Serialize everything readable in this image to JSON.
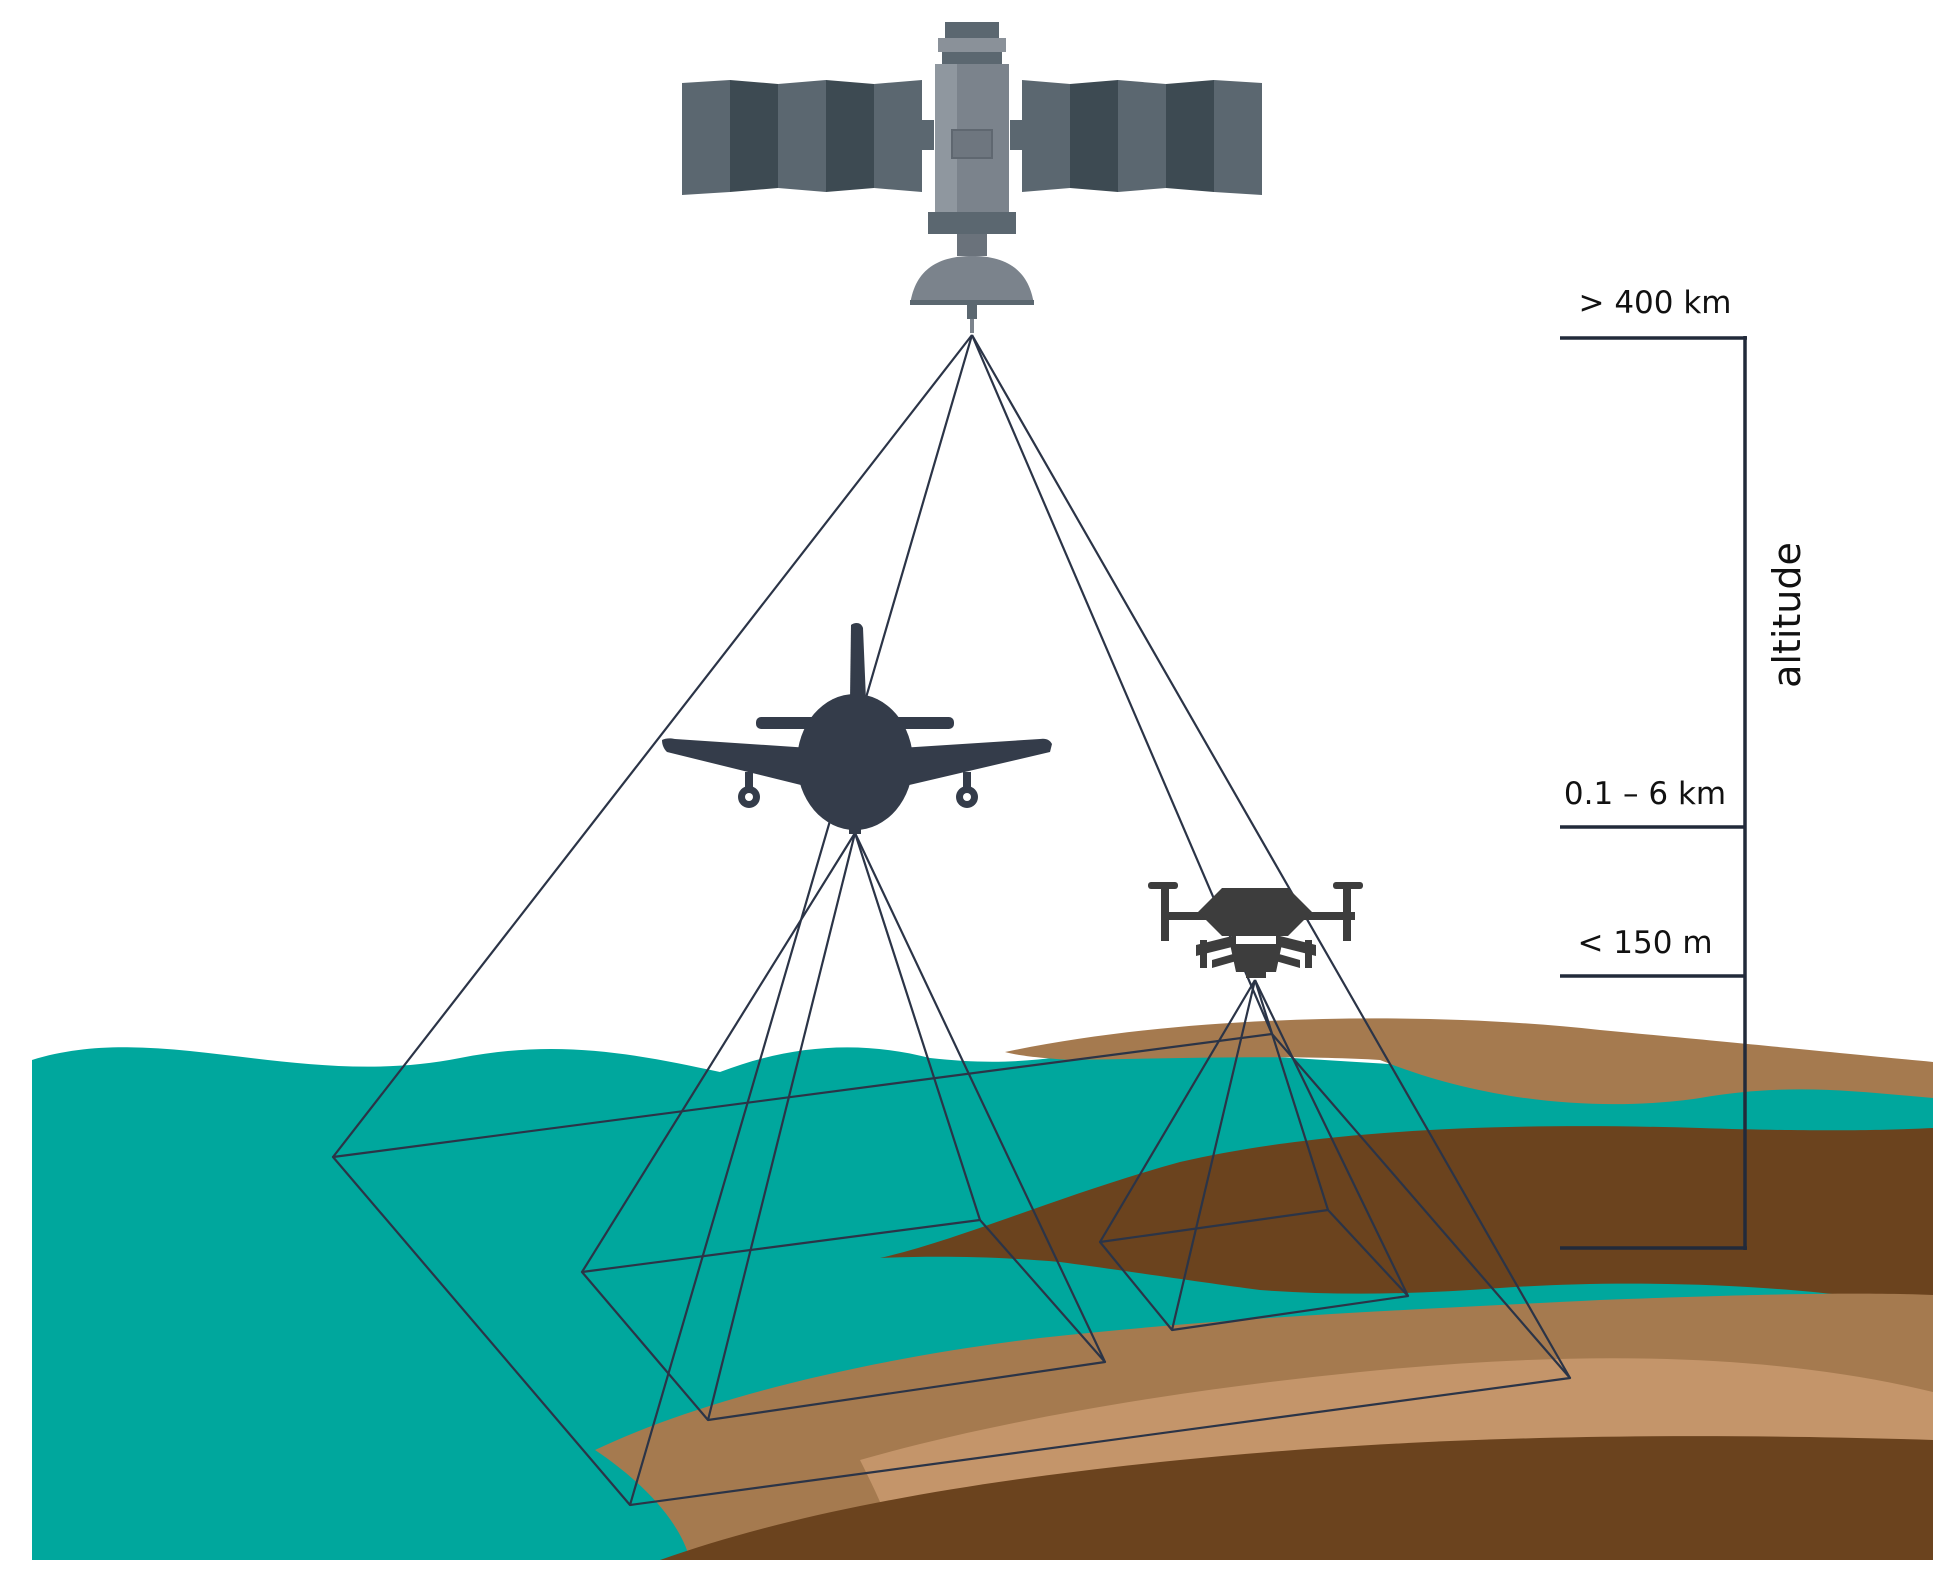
{
  "colors": {
    "water": "#00a79d",
    "soil_light": "#c4956a",
    "soil_mid": "#a57a4f",
    "soil_dark": "#6b431e",
    "satellite_body": "#7b838c",
    "satellite_panel_light": "#5b6770",
    "satellite_panel_dark": "#3d4a52",
    "aircraft": "#343c4a",
    "drone": "#3d3d3d",
    "lines": "#2b3447"
  },
  "icons": {
    "satellite": "satellite-icon",
    "aircraft": "airplane-icon",
    "drone": "drone-icon"
  },
  "altitude_scale": {
    "axis_label": "altitude",
    "levels": [
      {
        "label": "> 400 km",
        "platform": "satellite"
      },
      {
        "label": "0.1 – 6 km",
        "platform": "aircraft"
      },
      {
        "label": "< 150 m",
        "platform": "drone"
      }
    ]
  }
}
